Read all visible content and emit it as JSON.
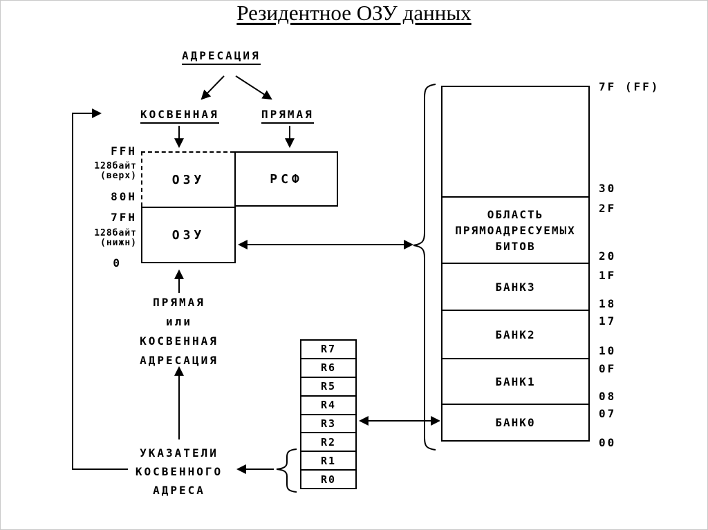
{
  "page": {
    "background": "#ffffff",
    "border_color": "#c9c9c9",
    "ink": "#000000"
  },
  "title": "Резидентное ОЗУ данных",
  "addressing_tree": {
    "root": "АДРЕСАЦИЯ",
    "indirect": "КОСВЕННАЯ",
    "direct": "ПРЯМАЯ"
  },
  "ram_blocks": {
    "upper": {
      "label": "ОЗУ",
      "addr_top": "FFH",
      "size": "128байт",
      "size_note": "(верх)",
      "addr_bottom": "80H"
    },
    "sfr": {
      "label": "РСФ"
    },
    "lower": {
      "label": "ОЗУ",
      "addr_top": "7FH",
      "size": "128байт",
      "size_note": "(нижн)",
      "addr_bottom": "0"
    }
  },
  "captions": {
    "direct_or_indirect": {
      "line1": "ПРЯМАЯ",
      "line2": "или",
      "line3": "КОСВЕННАЯ",
      "line4": "АДРЕСАЦИЯ"
    },
    "indirect_pointers": {
      "line1": "УКАЗАТЕЛИ",
      "line2": "КОСВЕННОГО",
      "line3": "АДРЕСА"
    }
  },
  "registers": [
    "R7",
    "R6",
    "R5",
    "R4",
    "R3",
    "R2",
    "R1",
    "R0"
  ],
  "memory_map": {
    "sections": [
      {
        "label_lines": [
          ""
        ],
        "addr_top": "7F (FF)",
        "addr_bottom": "30"
      },
      {
        "label_lines": [
          "ОБЛАСТЬ",
          "ПРЯМОАДРЕСУЕМЫХ",
          "БИТОВ"
        ],
        "addr_top": "2F",
        "addr_bottom": "20"
      },
      {
        "label_lines": [
          "БАНК3"
        ],
        "addr_top": "1F",
        "addr_bottom": "18"
      },
      {
        "label_lines": [
          "БАНК2"
        ],
        "addr_top": "17",
        "addr_bottom": "10"
      },
      {
        "label_lines": [
          "БАНК1"
        ],
        "addr_top": "0F",
        "addr_bottom": "08"
      },
      {
        "label_lines": [
          "БАНК0"
        ],
        "addr_top": "07",
        "addr_bottom": "00"
      }
    ]
  }
}
